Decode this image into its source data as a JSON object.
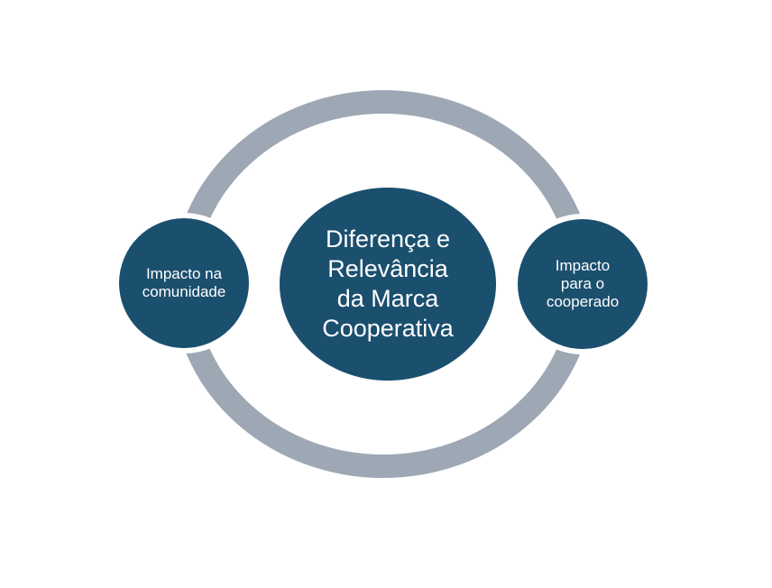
{
  "diagram": {
    "title": "",
    "type": "converging-radial-smartart",
    "center_node": {
      "label": "Diferença e\nRelevância\nda Marca\nCooperativa"
    },
    "left_node": {
      "label": "Impacto na\ncomunidade"
    },
    "right_node": {
      "label": "Impacto\npara o\ncooperado"
    }
  },
  "colors": {
    "node_fill": "#1B4F6E",
    "ring_stroke": "#9EA8B4",
    "node_halo": "#FFFFFF",
    "node_text": "#FFFFFF",
    "background": "#FFFFFF"
  }
}
